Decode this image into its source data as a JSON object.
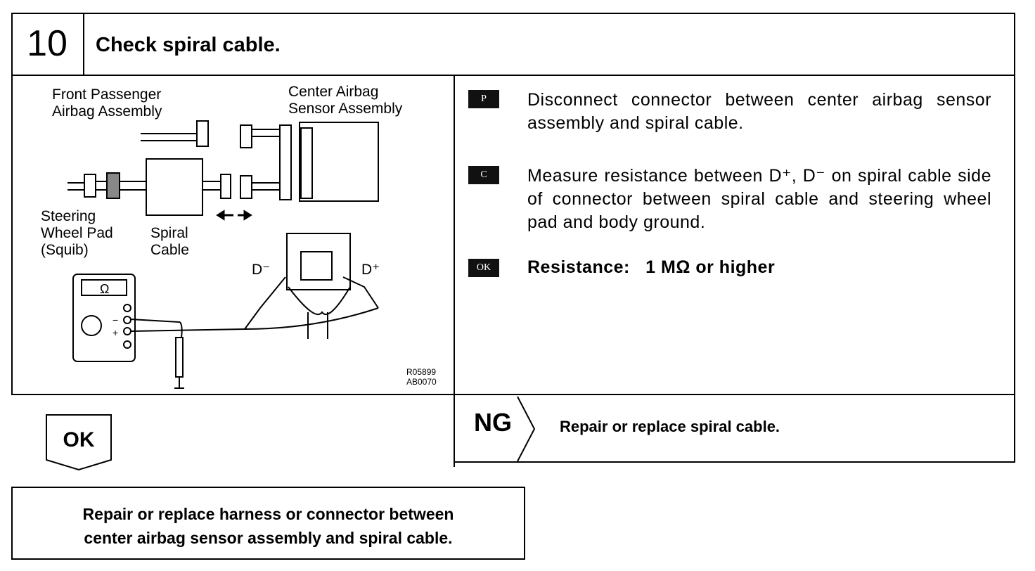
{
  "step": {
    "number": "10",
    "title": "Check spiral cable."
  },
  "diagram": {
    "labels": {
      "front_passenger_line1": "Front Passenger",
      "front_passenger_line2": "Airbag Assembly",
      "center_sensor_line1": "Center Airbag",
      "center_sensor_line2": "Sensor Assembly",
      "steering_line1": "Steering",
      "steering_line2": "Wheel Pad",
      "steering_line3": "(Squib)",
      "spiral_line1": "Spiral",
      "spiral_line2": "Cable",
      "d_minus": "D⁻",
      "d_plus": "D⁺",
      "ohm_symbol": "Ω",
      "meter_minus": "−",
      "meter_plus": "+"
    },
    "codes": [
      "R05899",
      "AB0070"
    ]
  },
  "instructions": [
    {
      "icon": "P",
      "text": "Disconnect connector between center airbag sensor assembly and spiral cable."
    },
    {
      "icon": "C",
      "text": "Measure resistance between D⁺, D⁻ on spiral cable side of connector between spiral cable and steering wheel pad and body ground."
    },
    {
      "icon": "OK",
      "text": "Resistance:   1 MΩ or higher"
    }
  ],
  "ng": {
    "label": "NG",
    "action": "Repair or replace spiral cable."
  },
  "ok": {
    "label": "OK",
    "action_line1": "Repair or replace harness or connector between",
    "action_line2": "center airbag sensor assembly and spiral cable."
  }
}
